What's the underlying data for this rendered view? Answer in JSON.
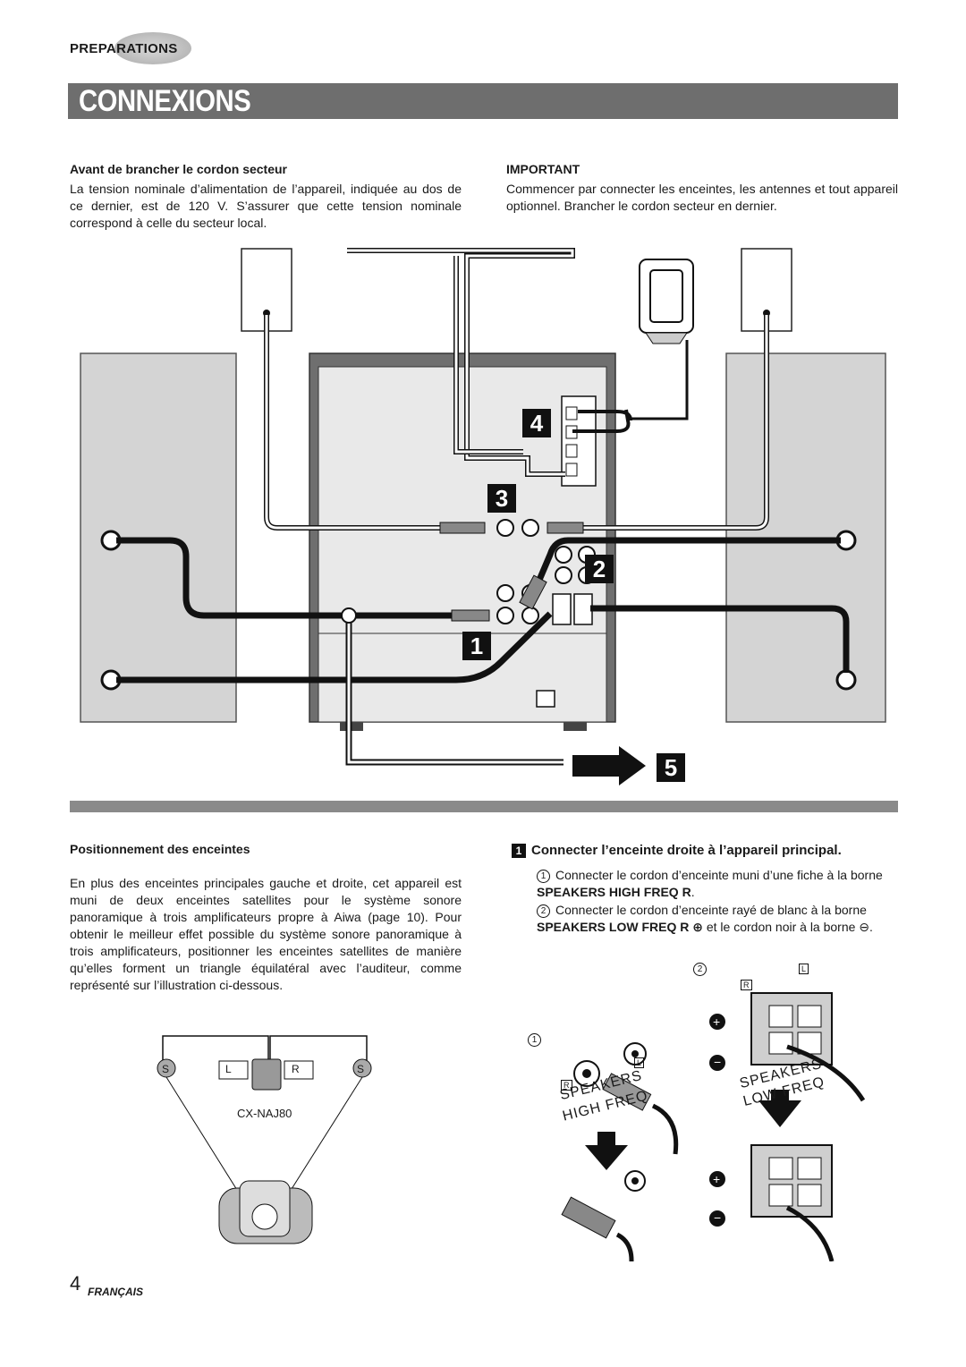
{
  "header": {
    "section_label": "PREPARATIONS",
    "title": "CONNEXIONS"
  },
  "intro": {
    "left_heading": "Avant de brancher le cordon secteur",
    "left_body": "La tension nominale d’alimentation de l’appareil, indiquée au dos de ce dernier, est de 120 V. S’assurer que cette tension nominale correspond à celle du secteur local.",
    "right_heading": "IMPORTANT",
    "right_body": "Commencer par connecter les enceintes, les antennes et tout appareil optionnel. Brancher le cordon secteur en dernier."
  },
  "diagram": {
    "step_labels": [
      "4",
      "3",
      "2",
      "1",
      "5"
    ]
  },
  "positioning": {
    "heading": "Positionnement des enceintes",
    "body": "En plus des enceintes principales gauche et droite, cet appareil est muni de deux enceintes satellites pour le système sonore panoramique à trois amplificateurs propre à Aiwa (page 10). Pour obtenir le meilleur effet possible du système sonore panoramique à trois amplificateurs, positionner les enceintes satellites de manière qu’elles forment un triangle équilatéral avec l’auditeur, comme représenté sur l’illustration ci-dessous.",
    "figure_labels": {
      "s_left": "S",
      "l": "L",
      "r": "R",
      "s_right": "S",
      "model": "CX-NAJ80"
    }
  },
  "step1": {
    "number": "1",
    "heading": "Connecter l’enceinte droite à l’appareil principal.",
    "items": [
      {
        "num": "1",
        "text_a": "Connecter le cordon d’enceinte muni d’une fiche à la borne ",
        "text_b": "SPEAKERS HIGH FREQ R",
        "text_c": "."
      },
      {
        "num": "2",
        "text_a": "Connecter le cordon d’enceinte rayé de blanc à la borne ",
        "text_b": "SPEAKERS LOW FREQ R ⊕",
        "text_c": " et le cordon noir à la borne ⊖."
      }
    ],
    "figure_labels": {
      "callout_1": "1",
      "callout_2": "2",
      "speakers": "SPEAKERS",
      "high_freq": "HIGH FREQ",
      "low_freq": "LOW FREQ",
      "r": "R",
      "l": "L"
    }
  },
  "footer": {
    "page_number": "4",
    "language": "FRANÇAIS"
  }
}
